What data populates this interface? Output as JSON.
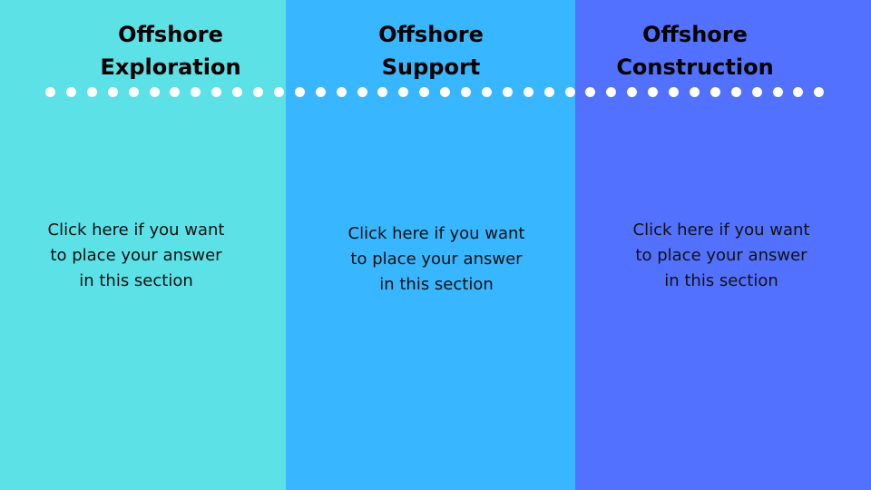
{
  "panels": [
    {
      "heading": [
        "Offshore",
        "Exploration"
      ],
      "answer": [
        "Click here if you want",
        "to place your answer",
        "in this section"
      ],
      "color": "#5ce1e6"
    },
    {
      "heading": [
        "Offshore",
        "Support"
      ],
      "answer": [
        "Click here if you want",
        "to place your answer",
        "in this section"
      ],
      "color": "#38b6ff"
    },
    {
      "heading": [
        "Offshore",
        "Construction"
      ],
      "answer": [
        "Click here if you want",
        "to place your answer",
        "in this section"
      ],
      "color": "#5271ff"
    }
  ],
  "divider": {
    "color": "#ffffff"
  }
}
